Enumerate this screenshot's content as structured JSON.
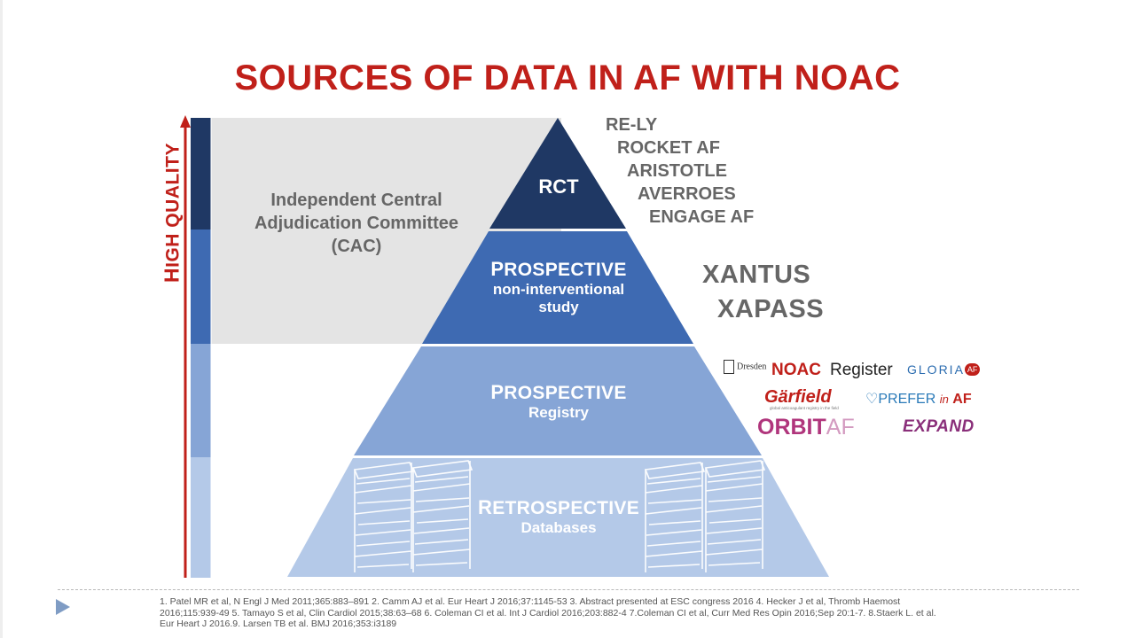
{
  "title": "SOURCES OF DATA IN AF WITH NOAC",
  "quality_axis": {
    "first_letter": "H",
    "rest": "IGH QUALITY"
  },
  "cac_text": [
    "Independent Central",
    "Adjudication Committee",
    "(CAC)"
  ],
  "tiers": {
    "rct": {
      "label": "RCT"
    },
    "prospective_study": {
      "cap": "P",
      "head": "ROSPECTIVE",
      "sub": [
        "non-interventional",
        "study"
      ]
    },
    "prospective_registry": {
      "cap": "P",
      "head": "ROSPECTIVE",
      "sub": [
        "Registry"
      ]
    },
    "retrospective": {
      "cap": "R",
      "head": "ETROSPECTIVE",
      "sub": [
        "Databases"
      ]
    }
  },
  "rct_trials": [
    "RE-LY",
    "ROCKET AF",
    "ARISTOTLE",
    "AVERROES",
    "ENGAGE AF"
  ],
  "prospective_studies": [
    "XANTUS",
    "XAPASS"
  ],
  "registries": {
    "dresden": "Dresden",
    "noac": "NOAC",
    "register": "Register",
    "gloria": "GLORIA",
    "af_badge": "AF",
    "garfield": "Gärfield",
    "garfield_sub": "global anticoagulant registry in the field",
    "prefer": "PREFER",
    "prefer_in": "in",
    "prefer_af": "AF",
    "orbit": "ORBIT",
    "orbit_af": "AF",
    "expand": "EXPAND"
  },
  "colors": {
    "title": "#c0201a",
    "rct": "#1f3864",
    "prospective_study": "#3e6ab2",
    "prospective_registry": "#86a5d6",
    "retrospective": "#b4c9e8",
    "cac_box": "#e4e4e4"
  },
  "references": [
    "1. Patel MR et al, N Engl J Med 2011;365:883–891 2. Camm AJ et al. Eur Heart J 2016;37:1145-53 3. Abstract presented at ESC congress 2016  4. Hecker J et al, Thromb Haemost",
    "2016;115:939-49 5. Tamayo S et al, Clin Cardiol 2015;38:63–68  6. Coleman CI et al. Int J Cardiol 2016;203:882-4  7.Coleman CI et al, Curr Med Res Opin  2016;Sep 20:1-7. 8.Staerk L. et al.",
    "Eur Heart J 2016.9. Larsen TB et al. BMJ 2016;353:i3189"
  ]
}
